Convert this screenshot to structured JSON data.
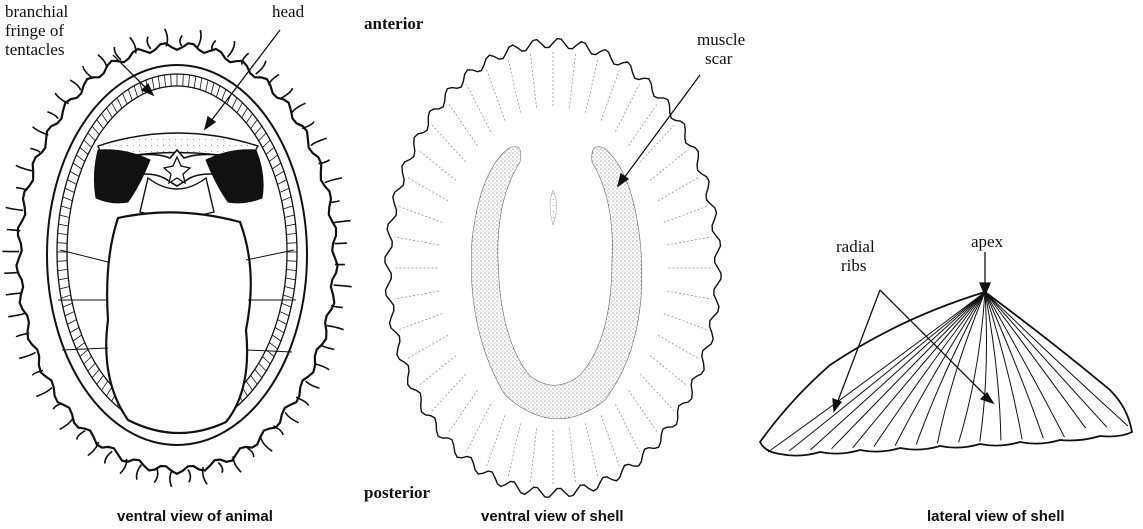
{
  "labels": {
    "branchial": [
      "branchial",
      "fringe of",
      "tentacles"
    ],
    "head": "head",
    "anterior": "anterior",
    "posterior": "posterior",
    "muscle_scar": [
      "muscle",
      "scar"
    ],
    "apex": "apex",
    "radial_ribs": [
      "radial",
      "ribs"
    ]
  },
  "captions": {
    "animal": "ventral view of animal",
    "shell_ventral": "ventral view of shell",
    "shell_lateral": "lateral view of shell"
  },
  "colors": {
    "ink": "#111111",
    "paper": "#ffffff",
    "stipple": "#555555"
  }
}
